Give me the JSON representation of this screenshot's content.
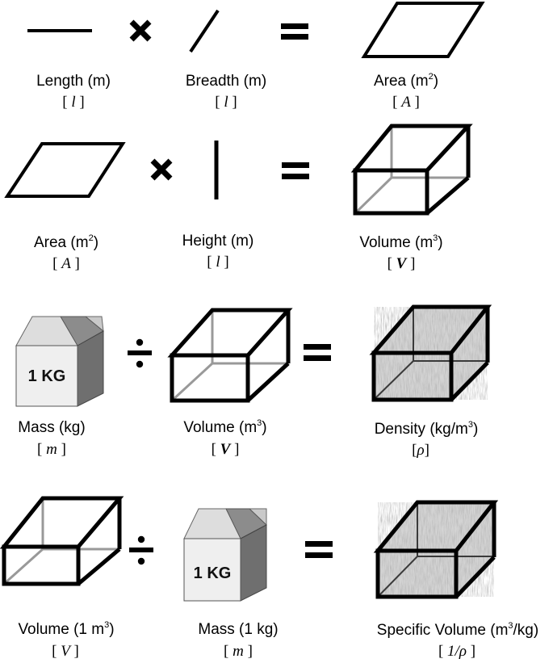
{
  "rows": [
    {
      "terms": [
        {
          "name": "Length (m)",
          "symbol": "l"
        },
        {
          "name": "Breadth (m)",
          "symbol": "l"
        },
        {
          "name": "Area (m",
          "sup": "2",
          "name_end": ")",
          "symbol": "A"
        }
      ],
      "op1": "×",
      "op2": "="
    },
    {
      "terms": [
        {
          "name": "Area (m",
          "sup": "2",
          "name_end": ")",
          "symbol": "A"
        },
        {
          "name": "Height (m)",
          "symbol": "l"
        },
        {
          "name": "Volume (m",
          "sup": "3",
          "name_end": ")",
          "symbol": "V"
        }
      ],
      "op1": "×",
      "op2": "="
    },
    {
      "terms": [
        {
          "name": "Mass (kg)",
          "symbol": "m"
        },
        {
          "name": "Volume (m",
          "sup": "3",
          "name_end": ")",
          "symbol": "V"
        },
        {
          "name": "Density  (kg/m",
          "sup": "3",
          "name_end": ")",
          "symbol": "ρ"
        }
      ],
      "op1": "÷",
      "op2": "="
    },
    {
      "terms": [
        {
          "name": "Volume (1 m",
          "sup": "3",
          "name_end": ")",
          "symbol": "V"
        },
        {
          "name": "Mass (1 kg)",
          "symbol": "m"
        },
        {
          "name": "Specific Volume (m",
          "sup": "3",
          "name_end": "/kg)",
          "symbol": "1/ρ"
        }
      ],
      "op1": "÷",
      "op2": "="
    }
  ],
  "mass_block_label": "1 KG",
  "bracket_open": "[",
  "bracket_close": "]"
}
